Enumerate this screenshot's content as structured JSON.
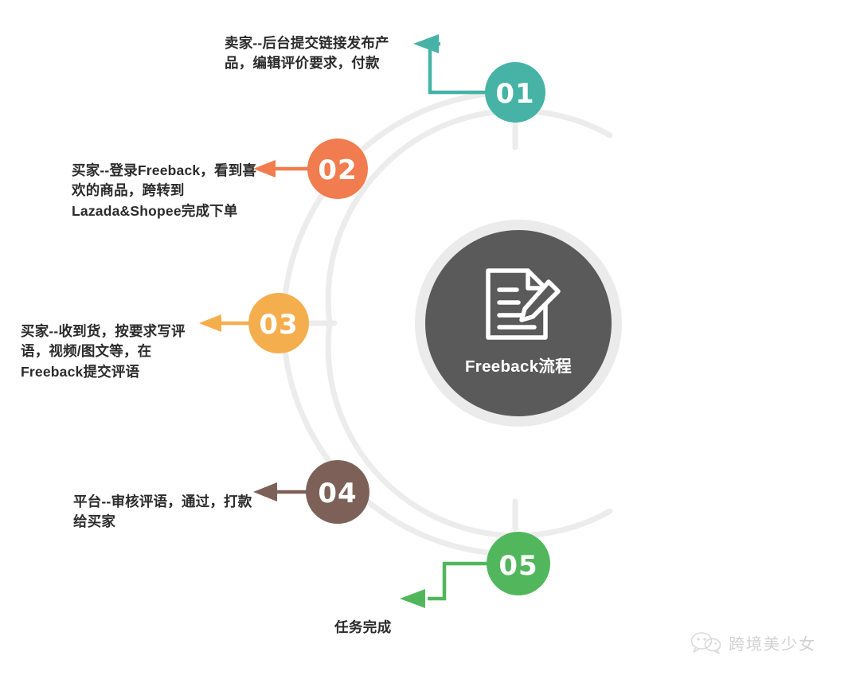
{
  "diagram": {
    "title": "Freeback流程",
    "hub": {
      "caption": "Freeback流程",
      "icon": "document-pencil-icon",
      "fill_color": "#5a5a5a",
      "ring_color": "#e6e6e6"
    },
    "arc_color": "#e9e9e9",
    "background_color": "#ffffff",
    "steps": [
      {
        "number": "01",
        "color": "#46b3a6",
        "text": "卖家--后台提交链接发布产品，编辑评价要求，付款",
        "connector": "elbow-up-left"
      },
      {
        "number": "02",
        "color": "#f17c4f",
        "text": "买家--登录Freeback，看到喜欢的商品，跨转到Lazada&Shopee完成下单",
        "connector": "straight-left"
      },
      {
        "number": "03",
        "color": "#f5ae4d",
        "text": "买家--收到货，按要求写评语，视频/图文等，在Freeback提交评语",
        "connector": "straight-left"
      },
      {
        "number": "04",
        "color": "#7d6158",
        "text": "平台--审核评语，通过，打款给买家",
        "connector": "straight-left"
      },
      {
        "number": "05",
        "color": "#52b75c",
        "text": "任务完成",
        "connector": "elbow-down-left"
      }
    ],
    "finish_label": "任务完成"
  },
  "watermark": {
    "icon": "wechat-icon",
    "text": "跨境美少女"
  }
}
